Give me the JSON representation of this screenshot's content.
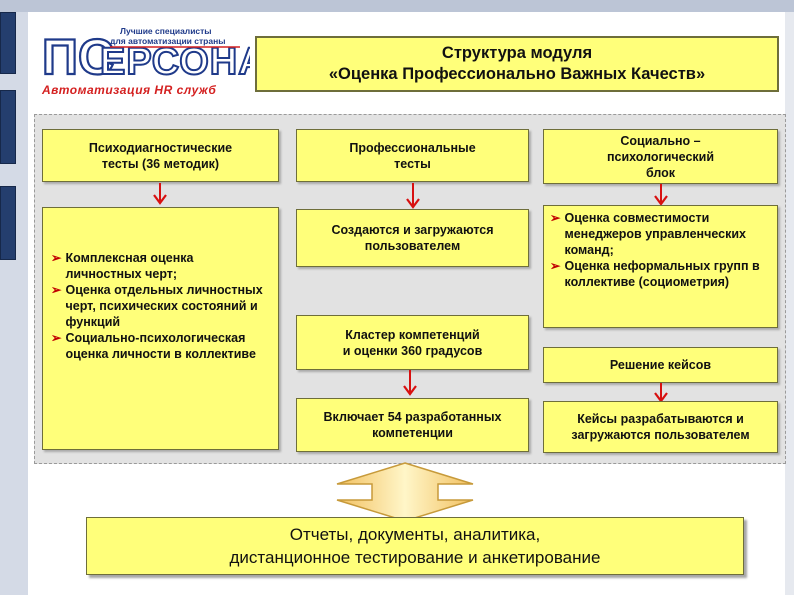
{
  "logo": {
    "tagline_1": "Лучшие специалисты",
    "tagline_2": "для автоматизации страны",
    "monogram": "ПС",
    "brand_rest": "ЕРСОНАЛ",
    "subtitle": "Автоматизация HR служб"
  },
  "title": {
    "line1": "Структура модуля",
    "line2": "«Оценка Профессионально Важных Качеств»"
  },
  "columns": {
    "left": {
      "header_line1": "Психодиагностические",
      "header_line2": "тесты (36 методик)",
      "items": [
        "Комплексная оценка личностных черт;",
        "Оценка  отдельных личностных черт, психических состояний и функций",
        "Социально-психологическая оценка личности в коллективе"
      ]
    },
    "middle": {
      "header_line1": "Профессиональные",
      "header_line2": "тесты",
      "box1_line1": "Создаются и загружаются",
      "box1_line2": "пользователем",
      "box2_line1": "Кластер компетенций",
      "box2_line2": "и оценки 360 градусов",
      "box3_line1": "Включает 54 разработанных",
      "box3_line2": "компетенции"
    },
    "right": {
      "header_line1": "Социально –",
      "header_line2": "психологический",
      "header_line3": "блок",
      "items": [
        "Оценка совместимости менеджеров управленческих команд;",
        "Оценка  неформальных групп в коллективе (социометрия)"
      ],
      "box2": "Решение кейсов",
      "box3_line1": "Кейсы разрабатываются и",
      "box3_line2": "загружаются пользователем"
    }
  },
  "bottom": {
    "line1": "Отчеты, документы, аналитика,",
    "line2": "дистанционное тестирование и анкетирование"
  },
  "colors": {
    "box_fill": "#ffff7a",
    "arrow_red": "#d81010",
    "logo_blue": "#1f3a8a",
    "logo_red": "#d42020"
  }
}
